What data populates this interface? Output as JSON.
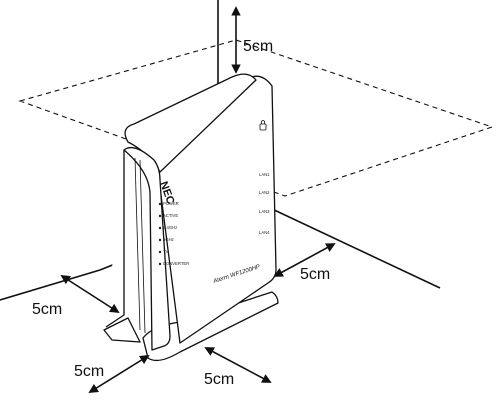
{
  "dimensions": {
    "top": "5cm",
    "right": "5cm",
    "left": "5cm",
    "front_left": "5cm",
    "front_right": "5cm"
  },
  "device": {
    "brand": "NEC",
    "model": "Aterm WF1200HP",
    "left_leds": [
      "POWER",
      "ACTIVE",
      "2.4GHz",
      "5GHz",
      "TV",
      "CONVERTER"
    ],
    "right_leds": [
      "LAN1",
      "LAN2",
      "LAN3",
      "LAN4"
    ]
  }
}
